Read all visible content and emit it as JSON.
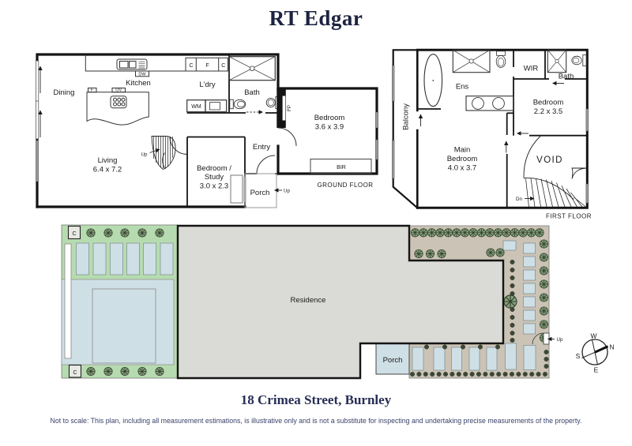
{
  "header": {
    "title": "RT Edgar"
  },
  "ground_floor": {
    "floor_label": "GROUND FLOOR",
    "rooms": {
      "dining": "Dining",
      "kitchen": "Kitchen",
      "laundry": "L'dry",
      "bath": "Bath",
      "entry": "Entry",
      "porch": "Porch",
      "bedroom": {
        "name": "Bedroom",
        "dims": "3.6 x 3.9"
      },
      "living": {
        "name": "Living",
        "dims": "6.4 x 7.2"
      },
      "study": {
        "line1": "Bedroom /",
        "line2": "Study",
        "dims": "3.0 x 2.3"
      }
    },
    "fixtures": {
      "dw": "DW",
      "wm": "WM",
      "fridge": "F",
      "oven": "OV",
      "cupboard": "C",
      "fireplace": "FP",
      "bir": "BIR",
      "up_stairs": "Up",
      "up_porch": "Up"
    }
  },
  "first_floor": {
    "floor_label": "FIRST FLOOR",
    "rooms": {
      "balcony": "Balcony",
      "ensuite": "Ens",
      "wir": "WIR",
      "bath": "Bath",
      "void": "VOID",
      "bedroom": {
        "name": "Bedroom",
        "dims": "2.2 x 3.5"
      },
      "main_bedroom": {
        "line1": "Main",
        "line2": "Bedroom",
        "dims": "4.0 x 3.7"
      }
    },
    "labels": {
      "down_stairs": "Dn"
    }
  },
  "site_plan": {
    "residence": "Residence",
    "porch": "Porch",
    "up": "Up",
    "carport_top": "C",
    "carport_bottom": "C"
  },
  "compass": {
    "north": "N",
    "south": "S",
    "east": "E",
    "west": "W"
  },
  "footer": {
    "address": "18 Crimea Street, Burnley",
    "disclaimer": "Not to scale: This plan, including all measurement estimations, is illustrative only and is not a substitute for inspecting and undertaking precise measurements of the property."
  },
  "colors": {
    "navy": "#232c55",
    "line": "#1a1a1a",
    "garden_green": "#b7dbb0",
    "paving_blue": "#cfdfe6",
    "garden_taupe": "#cbc3b5",
    "residence_grey": "#dadad6",
    "tree_green": "#87a17d",
    "window_grey": "#999999"
  }
}
